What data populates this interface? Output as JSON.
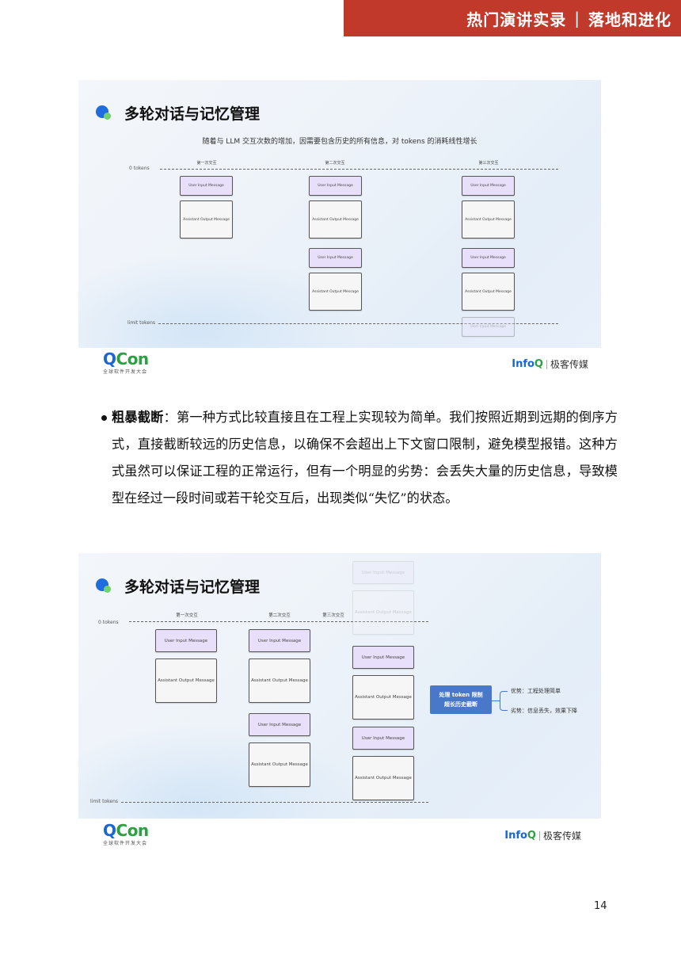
{
  "header": {
    "section": "热门演讲实录",
    "separator": "|",
    "topic": "落地和进化"
  },
  "slide1": {
    "title": "多轮对话与记忆管理",
    "subtitle": "随着与 LLM 交互次数的增加，因需要包含历史的所有信息，对 tokens 的消耗线性增长",
    "zero_label": "0 tokens",
    "limit_label": "limit tokens",
    "rounds": [
      "第一次交互",
      "第二次交互",
      "第三次交互"
    ],
    "user_msg": "User Input Message",
    "assistant_msg": "Assistant Output Message"
  },
  "slide2": {
    "title": "多轮对话与记忆管理",
    "zero_label": "0 tokens",
    "limit_label": "limit tokens",
    "rounds": [
      "第一次交互",
      "第二次交互",
      "第三次交互"
    ],
    "user_msg": "User Input Message",
    "assistant_msg": "Assistant Output Message",
    "tree": {
      "root_line1": "处理 token 限制",
      "root_line2": "超长历史截断",
      "pro": "优势：工程处理简单",
      "con": "劣势：信息丢失，效果下降"
    }
  },
  "footer": {
    "qcon_logo_q": "Q",
    "qcon_logo_rest": "Con",
    "qcon_tagline": "全球软件开发大会",
    "infoq_brand": "Info",
    "infoq_q": "Q",
    "infoq_cn": "极客传媒"
  },
  "paragraph": {
    "term": "粗暴截断",
    "colon": "：",
    "body": "第一种方式比较直接且在工程上实现较为简单。我们按照近期到远期的倒序方式，直接截断较远的历史信息，以确保不会超出上下文窗口限制，避免模型报错。这种方式虽然可以保证工程的正常运行，但有一个明显的劣势：会丢失大量的历史信息，导致模型在经过一段时间或若干轮交互后，出现类似“失忆”的状态。"
  },
  "page_number": "14"
}
